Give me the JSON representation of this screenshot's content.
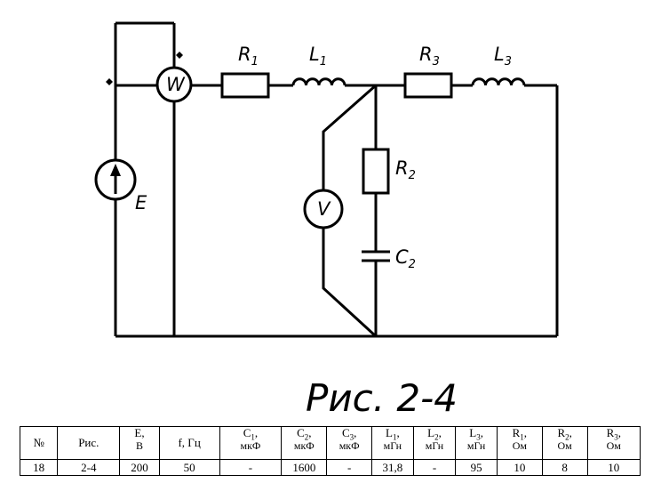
{
  "figure": {
    "caption": "Рис. 2-4",
    "labels": {
      "R1": "R1",
      "L1": "L1",
      "R3": "R3",
      "L3": "L3",
      "R2": "R2",
      "C2": "C2",
      "W": "W",
      "V": "V",
      "E": "E"
    }
  },
  "table": {
    "headers": [
      {
        "main": "№",
        "sub": "",
        "unit": ""
      },
      {
        "main": "Рис.",
        "sub": "",
        "unit": ""
      },
      {
        "main": "E,",
        "sub": "",
        "unit": "B"
      },
      {
        "main": "f, Гц",
        "sub": "",
        "unit": ""
      },
      {
        "main": "C",
        "sub": "1",
        "unit": "мкФ"
      },
      {
        "main": "C",
        "sub": "2",
        "unit": "мкФ"
      },
      {
        "main": "C",
        "sub": "3",
        "unit": "мкФ"
      },
      {
        "main": "L",
        "sub": "1",
        "unit": "мГн"
      },
      {
        "main": "L",
        "sub": "2",
        "unit": "мГн"
      },
      {
        "main": "L",
        "sub": "3",
        "unit": "мГн"
      },
      {
        "main": "R",
        "sub": "1",
        "unit": "Ом"
      },
      {
        "main": "R",
        "sub": "2",
        "unit": "Ом"
      },
      {
        "main": "R",
        "sub": "3",
        "unit": "Ом"
      }
    ],
    "row": [
      "18",
      "2-4",
      "200",
      "50",
      "-",
      "1600",
      "-",
      "31,8",
      "-",
      "95",
      "10",
      "8",
      "10"
    ]
  }
}
